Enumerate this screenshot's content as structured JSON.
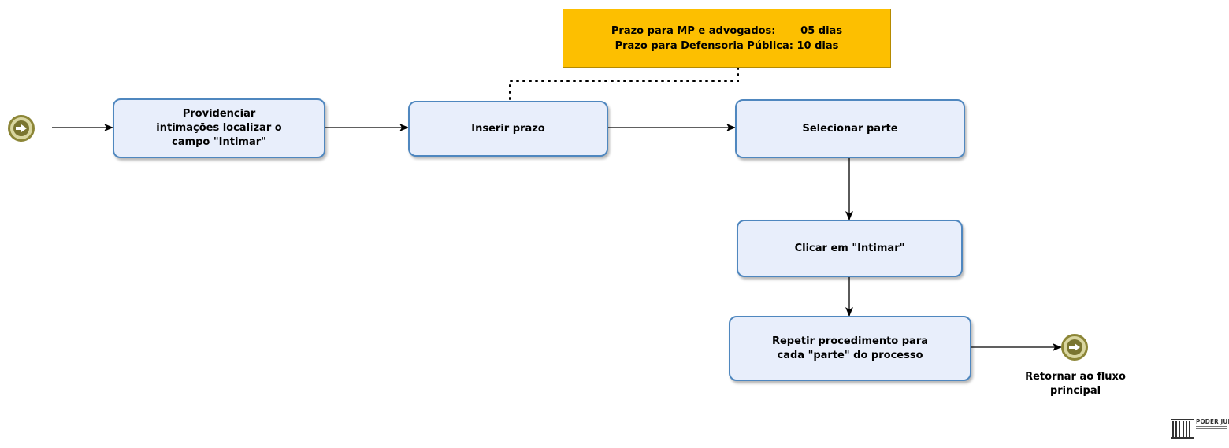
{
  "tasks": {
    "providenciar": "Providenciar\nintimações localizar o\ncampo \"Intimar\"",
    "inserir_prazo": "Inserir prazo",
    "selecionar_parte": "Selecionar parte",
    "clicar_intimar": "Clicar em \"Intimar\"",
    "repetir": "Repetir procedimento para\ncada \"parte\"  do processo"
  },
  "annotation": {
    "line1": "Prazo para MP e advogados:       05 dias",
    "line2": "Prazo para Defensoria Pública: 10 dias"
  },
  "end_event_label": "Retornar ao fluxo\nprincipal",
  "logo_text": "PODER JUDICIÁRIO",
  "colors": {
    "task_fill": "#e8eefb",
    "task_border": "#4f87bf",
    "annotation_fill": "#fdbf00",
    "event_fill": "#d9d6a0",
    "event_border": "#8c8637"
  }
}
